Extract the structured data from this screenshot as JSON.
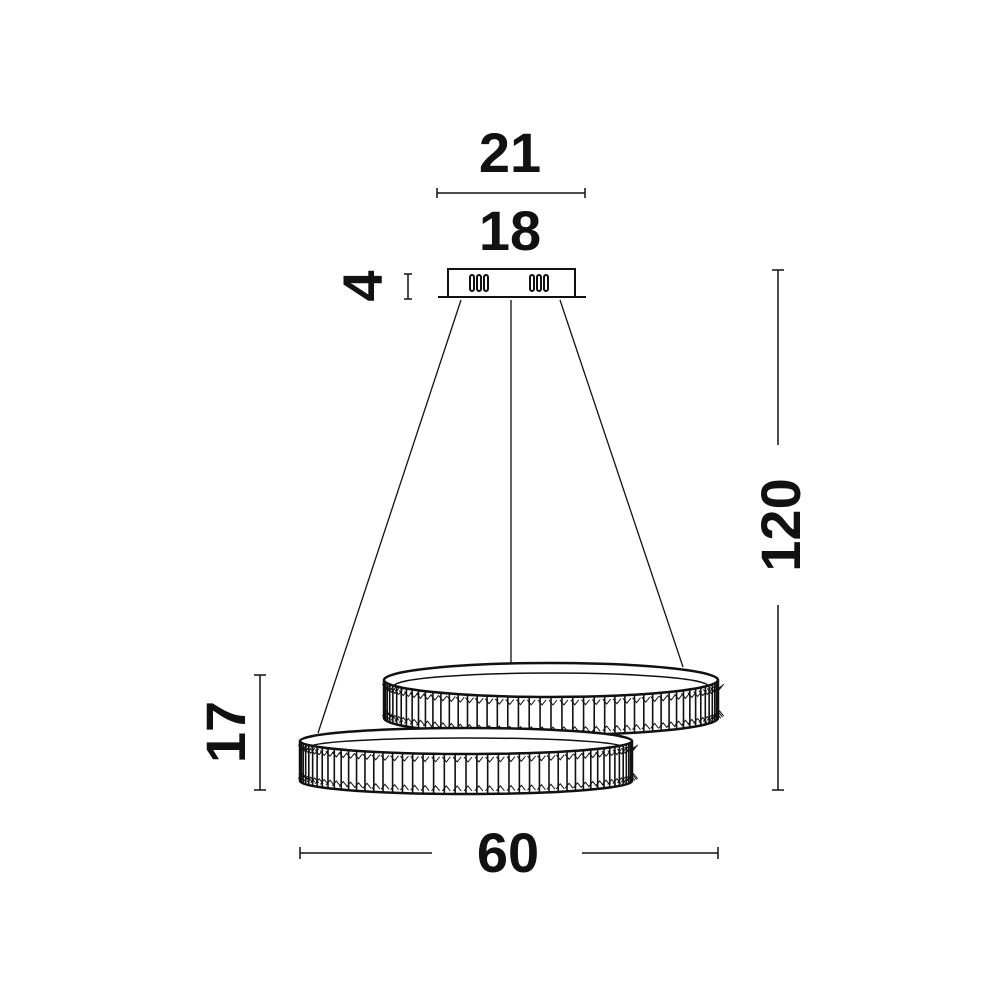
{
  "dimensions": {
    "canopy_outer_width": "21",
    "canopy_inner_width": "18",
    "canopy_height": "4",
    "total_height": "120",
    "ring_height": "17",
    "total_width": "60"
  },
  "colors": {
    "line": "#111111",
    "background": "#ffffff"
  }
}
